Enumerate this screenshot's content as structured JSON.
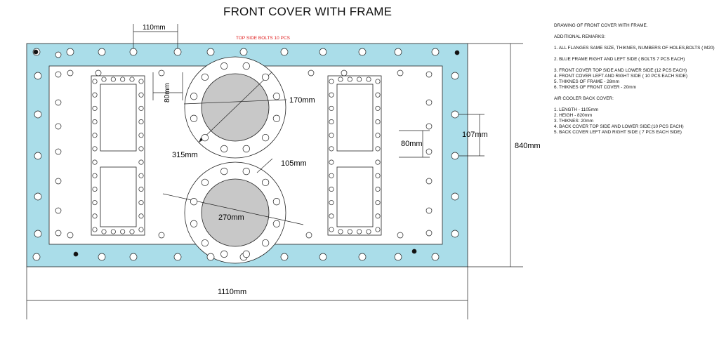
{
  "title": "FRONT COVER WITH FRAME",
  "top_bolts_label": "TOP SIDE BOLTS 10 PCS",
  "dimensions": {
    "bolt_spacing": "110mm",
    "inner_80_vertical": "80mm",
    "flange_width": "170mm",
    "flange_diagonal": "315mm",
    "lower_bolt_offset": "105mm",
    "lower_flange_diameter": "270mm",
    "right_80": "80mm",
    "right_107": "107mm",
    "height_total": "840mm",
    "width_total": "1110mm"
  },
  "notes": {
    "heading": "DRAWING OF FRONT COVER WITH FRAME.",
    "remarks_heading": "ADDITIONAL REMARKS:",
    "remarks": [
      "1. ALL FLANGES SAME SIZE, THIKNES, NUMBERS OF HOLES,BOLTS ( M20)",
      "2. BLUE FRAME RIGHT AND LEFT SIDE ( BOLTS 7 PCS EACH)",
      "3. FRONT COVER TOP SIDE AND LOWER SIDE:(12 PCS EACH)",
      "4. FRONT COVER LEFT AND RIGHT SIDE ( 10 PCS EACH SIDE)",
      "5. THIKNES OF FRAME -  28mm",
      "6. THIKNES OF FRONT COVER -  20mm"
    ],
    "back_heading": "AIR COOLER BACK COVER:",
    "back": [
      "1. LENGTH - 1105mm",
      "2. HEIGH - 820mm",
      "3. THIKNES: 20mm",
      "4. BACK COVER TOP SIDE AND LOWER SIDE:(10 PCS EACH)",
      "5. BACK COVER LEFT AND RIGHT SIDE ( 7 PCS EACH SIDE)"
    ]
  },
  "colors": {
    "frame": "#aadde9",
    "flange_center": "#c8c8c8",
    "label_red": "#e02020",
    "line": "#222222"
  }
}
